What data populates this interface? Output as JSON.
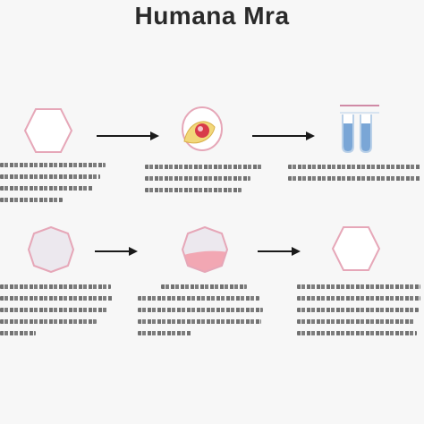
{
  "title": "Humana Mra",
  "colors": {
    "hex_stroke": "#e6a7b8",
    "hex_fill": "#ffffff",
    "circle_fill": "#ece8ee",
    "arrow": "#1a1a1a",
    "tube_fill": "#7aa6d6",
    "tube_stroke": "#b9d0e8"
  },
  "stages": [
    {
      "shape": "hexagon"
    },
    {
      "shape": "cell-mass"
    },
    {
      "shape": "test-tubes"
    },
    {
      "shape": "circle"
    },
    {
      "shape": "half-filled-circle"
    },
    {
      "shape": "hexagon"
    }
  ]
}
